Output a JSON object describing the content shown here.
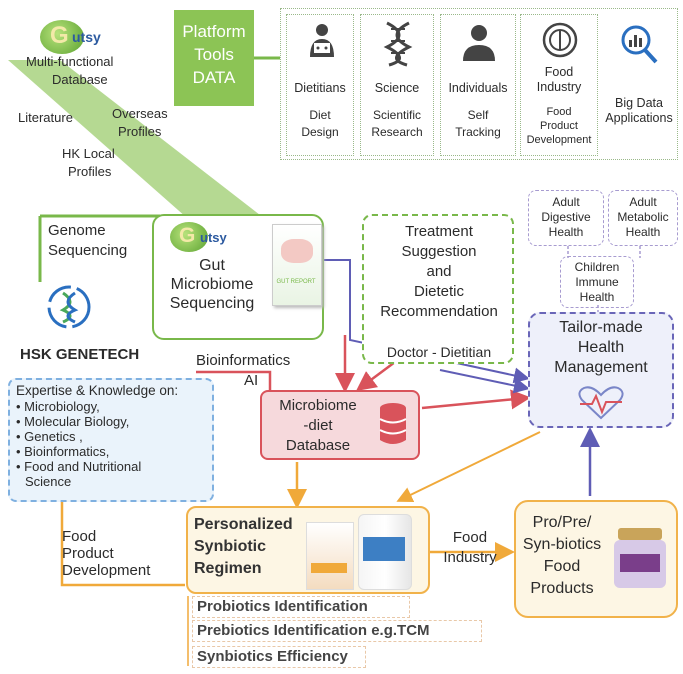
{
  "gutsy_top": {
    "letter": "G",
    "word": "utsy",
    "subtitle_1": "Multi-functional",
    "subtitle_2": "Database"
  },
  "sources": {
    "literature": "Literature",
    "overseas": [
      "Overseas",
      "Profiles"
    ],
    "hk_local": [
      "HK Local",
      "Profiles"
    ]
  },
  "platform": {
    "lines": [
      "Platform",
      "Tools",
      "DATA"
    ]
  },
  "apps": [
    {
      "icon": "dietitian-icon",
      "label": "Dietitians",
      "sub": [
        "Diet",
        "Design"
      ]
    },
    {
      "icon": "dna-icon",
      "label": "Science",
      "sub": [
        "Scientific",
        "Research"
      ]
    },
    {
      "icon": "person-icon",
      "label": "Individuals",
      "sub": [
        "Self",
        "Tracking"
      ]
    },
    {
      "icon": "food-icon",
      "label": [
        "Food",
        "Industry"
      ],
      "sub": [
        "Food",
        "Product",
        "Development"
      ]
    },
    {
      "icon": "bigdata-icon",
      "label": [
        "Big Data",
        "Applications"
      ],
      "sub": []
    }
  ],
  "genome": [
    "Genome",
    "Sequencing"
  ],
  "hsk": "HSK GENETECH",
  "gut": {
    "letter": "G",
    "word": "utsy",
    "lines": [
      "Gut",
      "Microbiome",
      "Sequencing"
    ],
    "report_label": "GUT REPORT"
  },
  "treatment": {
    "lines": [
      "Treatment",
      "Suggestion",
      "and",
      "Dietetic",
      "Recommendation"
    ],
    "footer": "Doctor - Dietitian"
  },
  "health_groups": {
    "adult_digestive": [
      "Adult",
      "Digestive",
      "Health"
    ],
    "adult_metabolic": [
      "Adult",
      "Metabolic",
      "Health"
    ],
    "children": [
      "Children",
      "Immune",
      "Health"
    ]
  },
  "tailor": [
    "Tailor-made",
    "Health",
    "Management"
  ],
  "bioinformatics": "Bioinformatics",
  "ai": "AI",
  "database": [
    "Microbiome",
    "-diet",
    "Database"
  ],
  "expertise": {
    "title": "Expertise & Knowledge on:",
    "items": [
      "Microbiology,",
      "Molecular Biology,",
      "Genetics ,",
      "Bioinformatics,",
      "Food and Nutritional",
      "Science"
    ]
  },
  "food_product_dev": [
    "Food",
    "Product",
    "Development"
  ],
  "synbiotic": [
    "Personalized",
    "Synbiotic",
    "Regimen"
  ],
  "food_industry": [
    "Food",
    "Industry"
  ],
  "probiotics_products": [
    "Pro/Pre/",
    "Syn-biotics",
    "Food",
    "Products"
  ],
  "identification": [
    "Probiotics Identification",
    "Prebiotics Identification e.g.TCM",
    "Synbiotics Efficiency"
  ],
  "colors": {
    "green": "#79b84a",
    "green_light": "#a8d27f",
    "platform": "#8cc455",
    "pink": "#f6d9dc",
    "red": "#d9535b",
    "purple": "#6a66b8",
    "orange": "#f1b24a",
    "blue_dash": "#7fb0e0",
    "gray_dot": "#9ab98a"
  }
}
